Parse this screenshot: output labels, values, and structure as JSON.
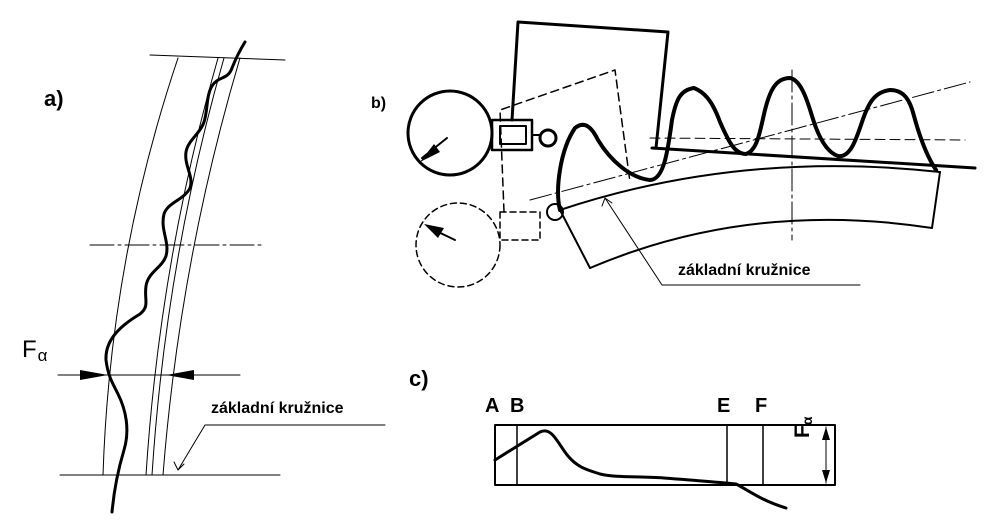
{
  "panels": {
    "a": {
      "label": "a)"
    },
    "b": {
      "label": "b)"
    },
    "c": {
      "label": "c)"
    }
  },
  "annotations": {
    "base_circle_a": "základní kružnice",
    "base_circle_b": "základní kružnice"
  },
  "symbols": {
    "F_main": "F",
    "alpha": "α",
    "F_c": "F",
    "alpha_c": "α"
  },
  "profile_points": {
    "A": "A",
    "B": "B",
    "E": "E",
    "F": "F"
  }
}
